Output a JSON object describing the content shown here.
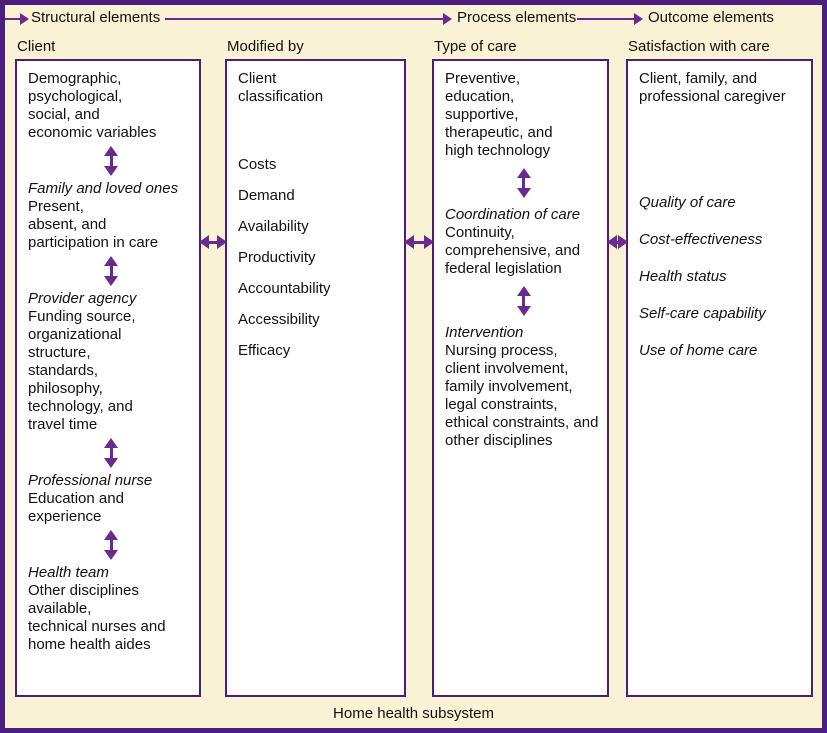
{
  "top_flow": {
    "structural_label": "Structural elements",
    "process_label": "Process elements",
    "outcome_label": "Outcome elements"
  },
  "columns": {
    "client": {
      "header": "Client",
      "sections": [
        {
          "title": "",
          "body": "Demographic,\npsychological,\nsocial, and\neconomic variables"
        },
        {
          "title": "Family and loved ones",
          "body": "Present,\nabsent, and\nparticipation in care"
        },
        {
          "title": "Provider agency",
          "body": "Funding source,\norganizational\nstructure,\nstandards,\nphilosophy,\ntechnology, and\ntravel time"
        },
        {
          "title": "Professional nurse",
          "body": "Education and\nexperience"
        },
        {
          "title": "Health team",
          "body": "Other disciplines\navailable,\ntechnical nurses and\nhome health aides"
        }
      ]
    },
    "modified_by": {
      "header": "Modified by",
      "items": [
        "Client\nclassification",
        "Costs",
        "Demand",
        "Availability",
        "Productivity",
        "Accountability",
        "Accessibility",
        "Efficacy"
      ]
    },
    "type_of_care": {
      "header": "Type of care",
      "sections": [
        {
          "title": "",
          "body": "Preventive,\neducation,\nsupportive,\ntherapeutic, and\nhigh technology"
        },
        {
          "title": "Coordination of care",
          "body": "Continuity,\ncomprehensive, and\nfederal legislation"
        },
        {
          "title": "Intervention",
          "body": "Nursing process,\nclient involvement,\nfamily involvement,\nlegal constraints,\nethical constraints, and\nother disciplines"
        }
      ]
    },
    "satisfaction": {
      "header": "Satisfaction with care",
      "intro": "Client, family, and\nprofessional caregiver",
      "outcomes": [
        "Quality of care",
        "Cost-effectiveness",
        "Health status",
        "Self-care capability",
        "Use of home care"
      ]
    }
  },
  "footer": "Home health subsystem",
  "colors": {
    "border_purple": "#4A1D7E",
    "arrow_purple": "#6A2A8F",
    "background_cream": "#FAF2D4",
    "box_background": "#FFFFFF",
    "text": "#111111"
  }
}
